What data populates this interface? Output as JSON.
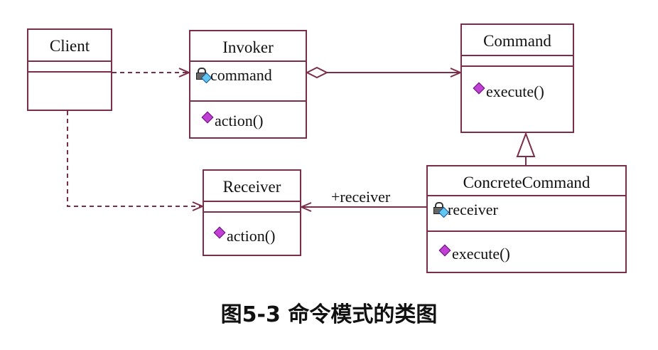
{
  "classes": {
    "client": {
      "name": "Client"
    },
    "invoker": {
      "name": "Invoker",
      "attributes": [
        "command"
      ],
      "operations": [
        "action()"
      ]
    },
    "command": {
      "name": "Command",
      "operations": [
        "execute()"
      ]
    },
    "receiver": {
      "name": "Receiver",
      "operations": [
        "action()"
      ]
    },
    "concrete_command": {
      "name": "ConcreteCommand",
      "attributes": [
        "receiver"
      ],
      "operations": [
        "execute()"
      ]
    }
  },
  "associations": {
    "concrete_to_receiver_role": "+receiver"
  },
  "caption": "图5-3 命令模式的类图",
  "colors": {
    "box_border": "#7a2e4a",
    "connector": "#7a2e4a",
    "operation_icon": "#c23fd6",
    "attribute_icon": "#5fc7f2"
  },
  "icons": {
    "attribute": "private-attribute-lock-icon",
    "operation": "public-operation-diamond-icon"
  }
}
